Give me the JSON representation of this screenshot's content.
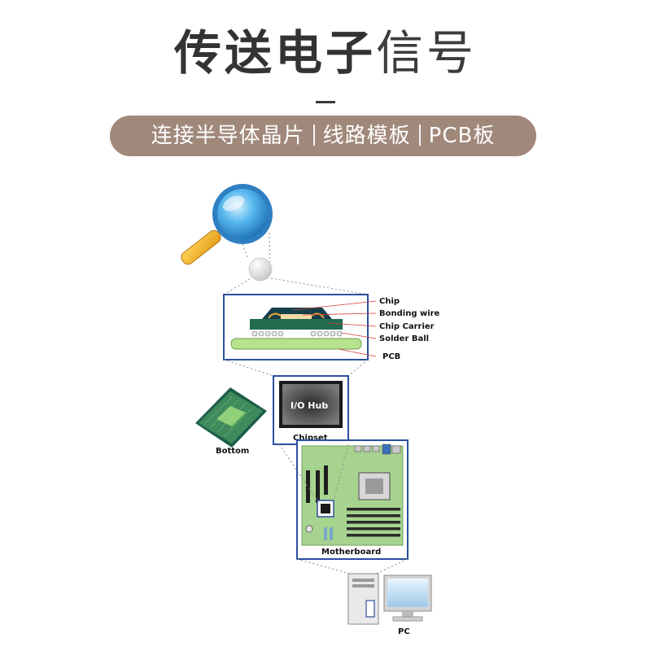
{
  "header": {
    "title_bold": "传送电子",
    "title_light": "信号",
    "tagline_parts": [
      "连接半导体晶片",
      "线路模板",
      "PCB板"
    ]
  },
  "diagram": {
    "package_labels": [
      "Chip",
      "Bonding wire",
      "Chip Carrier",
      "Solder Ball",
      "PCB"
    ],
    "chip_label": "I/O Hub",
    "chipset_label": "Chipset",
    "bottom_label": "Bottom",
    "motherboard_label": "Motherboard",
    "pc_label": "PC"
  },
  "colors": {
    "pill_bg": "#a0887a",
    "frame_blue": "#2b4f9e",
    "board_green": "#9fd08a",
    "pcb_green": "#b6e28e",
    "chip_dark": "#1f6b5a"
  }
}
